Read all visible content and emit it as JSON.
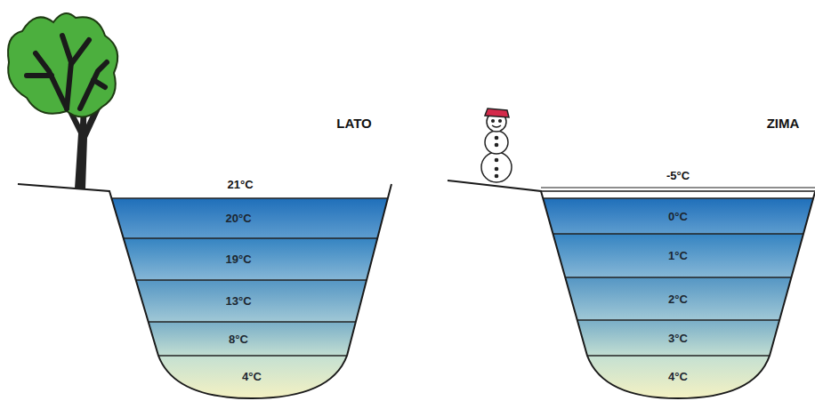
{
  "diagram": {
    "nodes": [
      {
        "text": [
          "20°C"
        ]
      },
      {
        "text": [
          "19°C"
        ]
      },
      {
        "text": [
          "13°C"
        ]
      },
      {
        "text": [
          "8°C"
        ]
      },
      {
        "text": [
          "4°C"
        ]
      },
      {
        "text": [
          "0°C"
        ]
      },
      {
        "text": [
          "1°C"
        ]
      },
      {
        "text": [
          "2°C"
        ]
      },
      {
        "text": [
          "3°C"
        ]
      },
      {
        "text": [
          "4°C"
        ]
      }
    ],
    "labels": [
      "LATO",
      "21°C",
      "ZIMA",
      "-5°C"
    ]
  }
}
